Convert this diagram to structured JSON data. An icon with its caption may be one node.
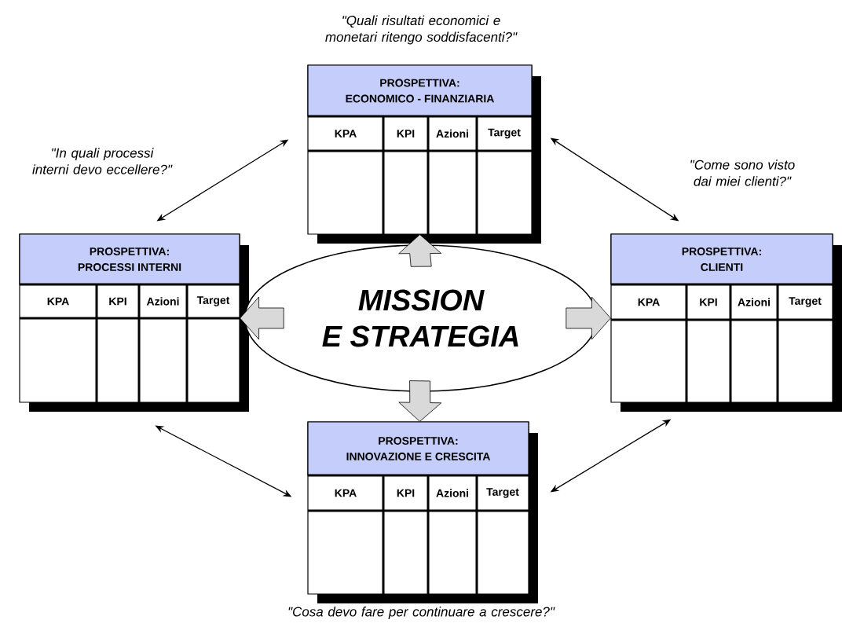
{
  "diagram": {
    "nodes": [
      {
        "text": [
          "PROSPETTIVA:",
          "ECONOMICO - FINANZIARIA",
          "KPA",
          "KPI",
          "Azioni",
          "Target"
        ]
      },
      {
        "text": [
          "PROSPETTIVA:",
          "PROCESSI INTERNI",
          "KPA",
          "KPI",
          "Azioni",
          "Target"
        ]
      },
      {
        "text": [
          "MISSION",
          "E STRATEGIA"
        ]
      },
      {
        "text": [
          "PROSPETTIVA:",
          "CLIENTI",
          "KPA",
          "KPI",
          "Azioni",
          "Target"
        ]
      },
      {
        "text": [
          "PROSPETTIVA:",
          "INNOVAZIONE E CRESCITA",
          "KPA",
          "KPI",
          "Azioni",
          "Target"
        ]
      }
    ],
    "labels": [
      "\"Quali risultati economici e monetari ritengo soddisfacenti?\"",
      "\"In quali processi interni devo eccellere?\"",
      "\"Come sono visto dai miei clienti?\"",
      "\"Cosa devo fare per continuare a crescere?\""
    ],
    "edges": [
      {
        "from": 2,
        "to": 0,
        "arrow": "to",
        "style": "thick",
        "color": "#d9d9d9"
      },
      {
        "from": 2,
        "to": 1,
        "arrow": "to",
        "style": "thick",
        "color": "#d9d9d9"
      },
      {
        "from": 2,
        "to": 3,
        "arrow": "to",
        "style": "thick",
        "color": "#d9d9d9"
      },
      {
        "from": 2,
        "to": 4,
        "arrow": "to",
        "style": "thick",
        "color": "#d9d9d9"
      },
      {
        "from": 1,
        "to": 0,
        "arrow": "both"
      },
      {
        "from": 0,
        "to": 3,
        "arrow": "both"
      },
      {
        "from": 1,
        "to": 4,
        "arrow": "both"
      },
      {
        "from": 4,
        "to": 3,
        "arrow": "both"
      }
    ]
  }
}
